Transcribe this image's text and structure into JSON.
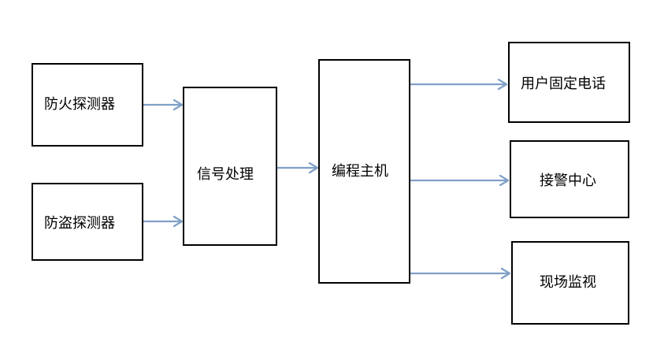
{
  "diagram": {
    "nodes": {
      "fire_detector": "防火探测器",
      "theft_detector": "防盗探测器",
      "signal_processing": "信号处理",
      "programming_host": "编程主机",
      "user_landline": "用户固定电话",
      "alarm_center": "接警中心",
      "onsite_monitoring": "现场监视"
    },
    "edges": [
      {
        "from": "fire_detector",
        "to": "signal_processing"
      },
      {
        "from": "theft_detector",
        "to": "signal_processing"
      },
      {
        "from": "signal_processing",
        "to": "programming_host"
      },
      {
        "from": "programming_host",
        "to": "user_landline"
      },
      {
        "from": "programming_host",
        "to": "alarm_center"
      },
      {
        "from": "programming_host",
        "to": "onsite_monitoring"
      }
    ],
    "colors": {
      "border": "#000000",
      "arrow": "#7f9fc6"
    }
  }
}
